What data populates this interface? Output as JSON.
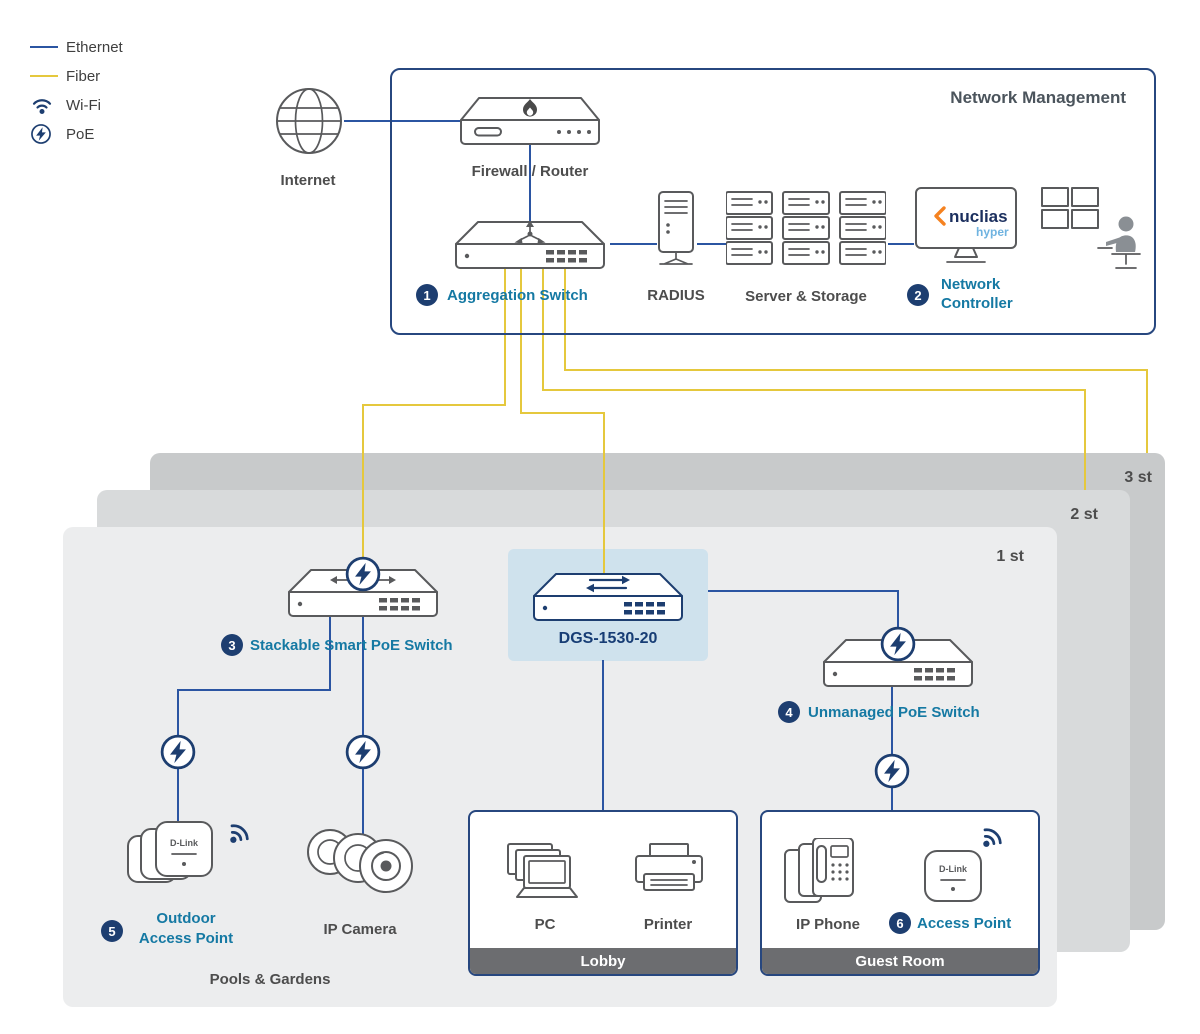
{
  "colors": {
    "ethernet": "#2b55a2",
    "fiber": "#e5c83d",
    "navy": "#1d3e70",
    "accent_teal": "#1579a3",
    "dgs_label": "#173d75",
    "text_dark": "#4d4d4d",
    "device_stroke": "#595a5c",
    "panel_floor3": "#c8cacb",
    "panel_floor2": "#d8dadb",
    "panel_floor1": "#ecedee",
    "dgs_highlight": "#cfe2ed",
    "room_bar": "#6c6d70",
    "box_border": "#27477f",
    "nuclias_orange": "#f58220",
    "nuclias_navy": "#1b2f5e",
    "nuclias_blue": "#6fb3e0",
    "person_gray": "#8a8f94"
  },
  "legend": {
    "ethernet": "Ethernet",
    "fiber": "Fiber",
    "wifi": "Wi-Fi",
    "poe": "PoE"
  },
  "management": {
    "title": "Network Management",
    "internet": "Internet",
    "firewall": "Firewall / Router",
    "aggregation_badge": "1",
    "aggregation": "Aggregation Switch",
    "radius": "RADIUS",
    "servers": "Server & Storage",
    "controller_badge": "2",
    "controller_line1": "Network",
    "controller_line2": "Controller",
    "nuclias_name": "nuclias",
    "nuclias_sub": "hyper"
  },
  "floors": {
    "floor3": "3 st",
    "floor2": "2 st",
    "floor1": "1 st"
  },
  "floor1": {
    "stackable_badge": "3",
    "stackable": "Stackable Smart PoE Switch",
    "dgs": "DGS-1530-20",
    "unmanaged_badge": "4",
    "unmanaged": "Unmanaged PoE Switch",
    "outdoor_badge": "5",
    "outdoor_line1": "Outdoor",
    "outdoor_line2": "Access Point",
    "camera": "IP Camera",
    "lobby_title": "Lobby",
    "pc": "PC",
    "printer": "Printer",
    "guest_title": "Guest Room",
    "phone": "IP Phone",
    "ap_badge": "6",
    "ap": "Access Point",
    "pools": "Pools & Gardens",
    "dlink": "D-Link"
  }
}
